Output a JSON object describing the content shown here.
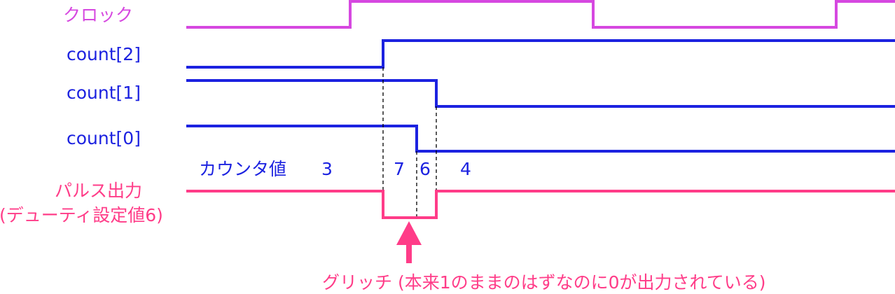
{
  "signals": {
    "clock": "クロック",
    "count2": "count[2]",
    "count1": "count[1]",
    "count0": "count[0]"
  },
  "counter": {
    "label": "カウンタ値",
    "values": [
      "3",
      "7",
      "6",
      "4"
    ]
  },
  "output": {
    "line1": "パルス出力",
    "line2": "(デューティ設定値6)"
  },
  "annotation": "グリッチ (本来1のままのはずなのに0が出力されている)",
  "colors": {
    "clock": "#d648e0",
    "count": "#1c22e0",
    "pulse": "#ff3c88",
    "dashes": "#000000"
  }
}
